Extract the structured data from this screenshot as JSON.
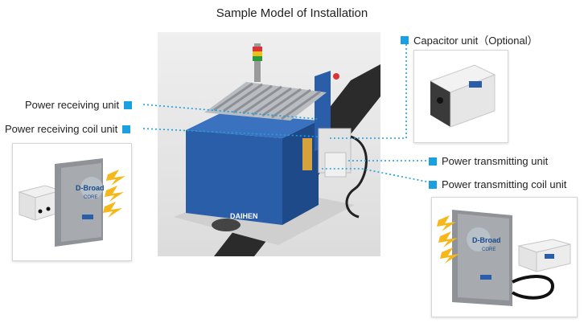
{
  "title": "Sample Model of Installation",
  "labels": {
    "power_receiving_unit": "Power receiving unit",
    "power_receiving_coil_unit": "Power receiving coil unit",
    "capacitor_unit": "Capacitor unit（Optional）",
    "power_transmitting_unit": "Power transmitting unit",
    "power_transmitting_coil_unit": "Power transmitting coil unit"
  },
  "product_text": {
    "brand_main": "D-Broad",
    "brand_sub": "CORE",
    "maker": "DAIHEN"
  },
  "colors": {
    "accent": "#1aa0e0",
    "agv_blue": "#2a5ea8",
    "bolt": "#f5b71a",
    "floor_rail": "#2b2b2b"
  }
}
